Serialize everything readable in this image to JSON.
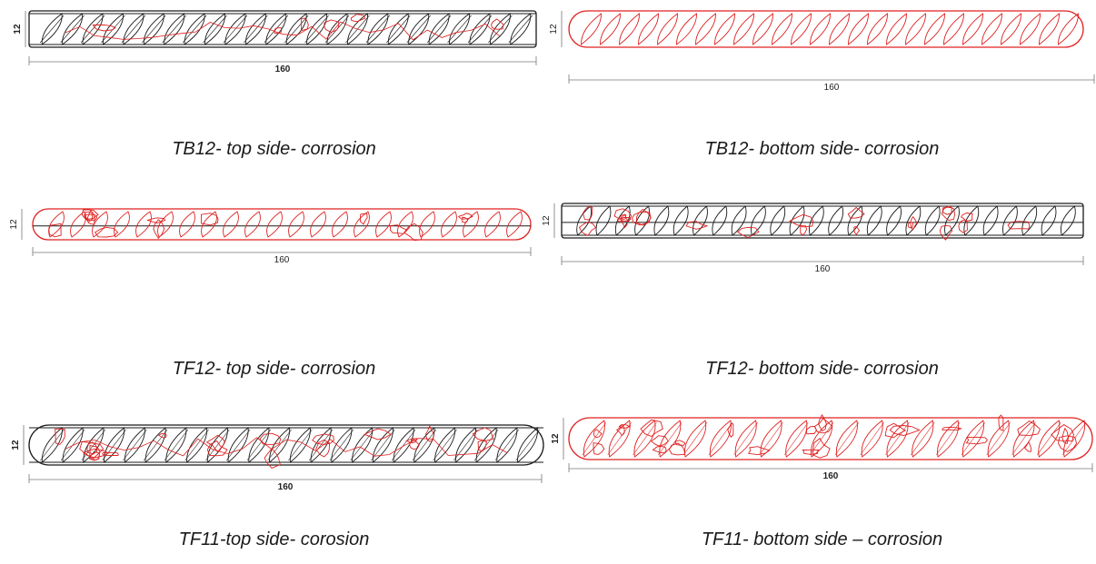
{
  "colors": {
    "outline_black": "#1a1a1a",
    "outline_red": "#e02020",
    "dim_gray": "#777777"
  },
  "panels": [
    {
      "id": "tb12-top",
      "caption": "TB12- top side- corrosion",
      "dim_width": "160",
      "dim_height": "12",
      "style": "black",
      "ribs": 24,
      "dim_bold": true
    },
    {
      "id": "tb12-bottom",
      "caption": "TB12- bottom side- corrosion",
      "dim_width": "160",
      "dim_height": "12",
      "style": "red",
      "ribs": 26,
      "dim_bold": false
    },
    {
      "id": "tf12-top",
      "caption": "TF12- top side- corrosion",
      "dim_width": "160",
      "dim_height": "12",
      "style": "red-rough",
      "ribs": 22,
      "dim_bold": false
    },
    {
      "id": "tf12-bottom",
      "caption": "TF12- bottom side- corrosion",
      "dim_width": "160",
      "dim_height": "12",
      "style": "mixed-rough",
      "ribs": 26,
      "dim_bold": false
    },
    {
      "id": "tf11-top",
      "caption": "TF11-top side- corosion",
      "dim_width": "160",
      "dim_height": "12",
      "style": "mixed",
      "ribs": 24,
      "dim_bold": true
    },
    {
      "id": "tf11-bottom",
      "caption": "TF11- bottom side – corrosion",
      "dim_width": "160",
      "dim_height": "12",
      "style": "red-diag",
      "ribs": 20,
      "dim_bold": true
    }
  ]
}
